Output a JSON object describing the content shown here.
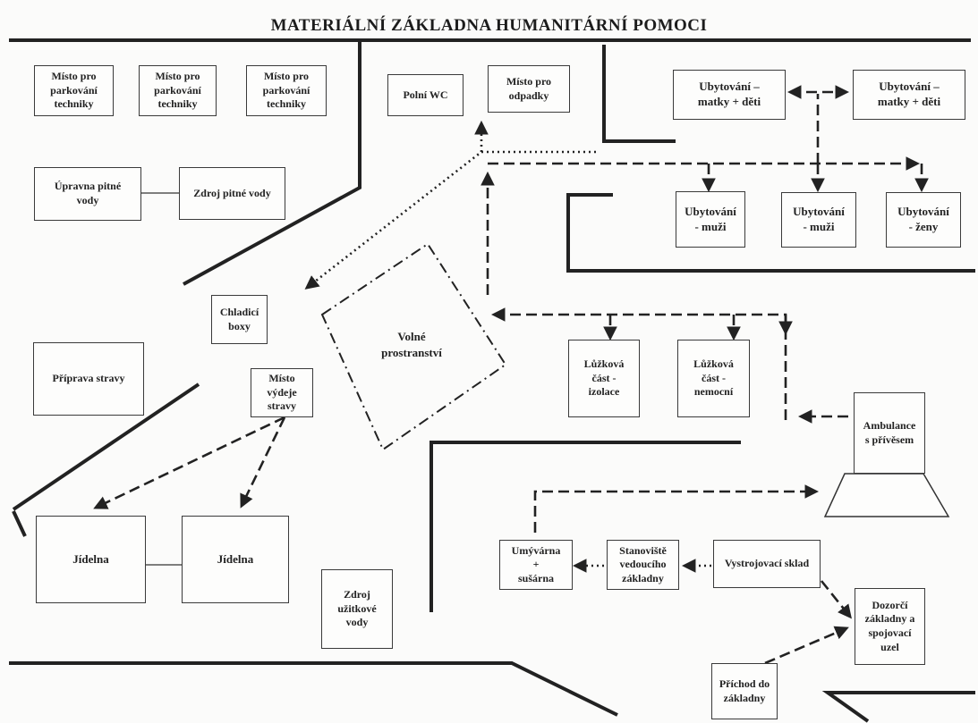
{
  "title": "MATERIÁLNÍ ZÁKLADNA HUMANITÁRNÍ POMOCI",
  "zones": {
    "parking_1": "Místo pro\nparkování\ntechniky",
    "parking_2": "Místo pro\nparkování\ntechniky",
    "parking_3": "Místo pro\nparkování\ntechniky",
    "field_wc": "Polní WC",
    "waste": "Místo pro\nodpadky",
    "housing_mothers_1": "Ubytování –\nmatky + děti",
    "housing_mothers_2": "Ubytování –\nmatky + děti",
    "water_treatment": "Úpravna pitné\nvody",
    "water_source": "Zdroj pitné vody",
    "housing_men_1": "Ubytování\n- muži",
    "housing_men_2": "Ubytování\n- muži",
    "housing_women": "Ubytování\n- ženy",
    "cooling_boxes": "Chladicí\nboxy",
    "open_space": "Volné\nprostranství",
    "food_prep": "Příprava stravy",
    "food_distribution": "Místo\nvýdeje\nstravy",
    "beds_isolation": "Lůžková\nčást -\nizolace",
    "beds_sick": "Lůžková\nčást -\nnemocní",
    "ambulance": "Ambulance\ns přívěsem",
    "canteen_1": "Jídelna",
    "canteen_2": "Jídelna",
    "washroom": "Umývárna\n+\nsušárna",
    "command_post": "Stanoviště\nvedoucího\nzákladny",
    "equipment_store": "Vystrojovací sklad",
    "service_water": "Zdroj\nužitkové\nvody",
    "guards": "Dozorčí\nzákladny a\nspojovací\nuzel",
    "entrance": "Příchod do\nzákladny"
  }
}
